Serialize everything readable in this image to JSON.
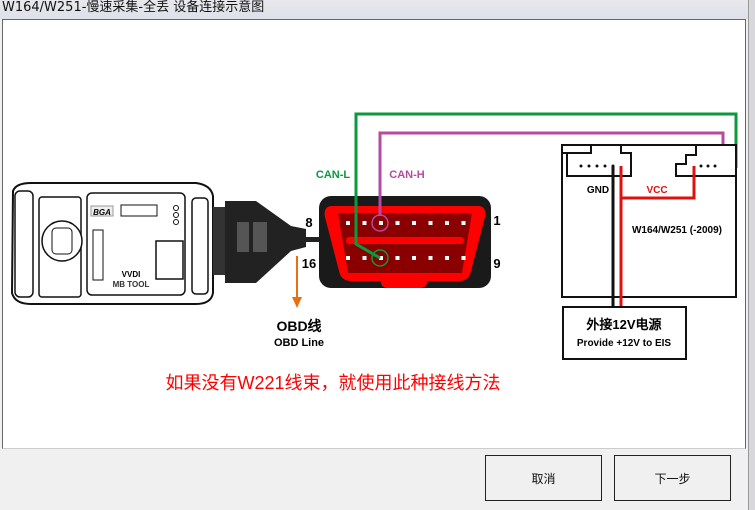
{
  "window": {
    "title": "W164/W251-慢速采集-全丢 设备连接示意图"
  },
  "diagram": {
    "device_brand": "VVDI",
    "device_model": "MB TOOL",
    "device_bga": "BGA",
    "can_l": "CAN-L",
    "can_h": "CAN-H",
    "pin_8": "8",
    "pin_16": "16",
    "pin_1": "1",
    "pin_9": "9",
    "obd_cn": "OBD线",
    "obd_en": "OBD Line",
    "gnd": "GND",
    "vcc": "VCC",
    "ecu_label": "W164/W251 (-2009)",
    "power_cn": "外接12V电源",
    "power_en": "Provide +12V to EIS",
    "note": "如果没有W221线束，就使用此种接线方法",
    "colors": {
      "can_l": "#0a9a3c",
      "can_h": "#b54aa0",
      "vcc": "#e01010",
      "arrow": "#e87010"
    }
  },
  "buttons": {
    "cancel": "取消",
    "next": "下一步"
  }
}
